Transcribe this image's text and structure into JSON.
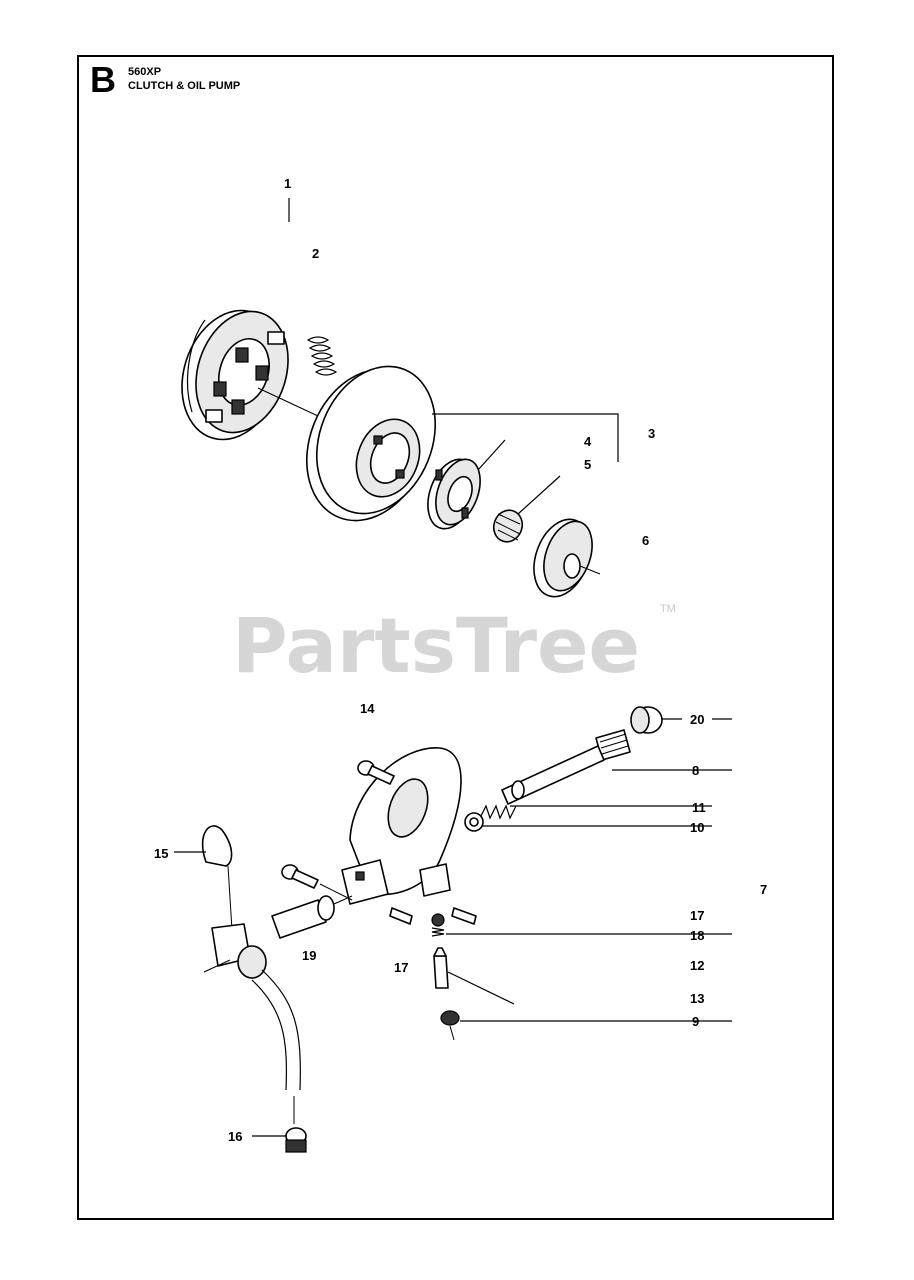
{
  "header": {
    "section_letter": "B",
    "model": "560XP",
    "title": "CLUTCH & OIL PUMP"
  },
  "watermark": {
    "brand": "PartsTree",
    "trademark": "TM"
  },
  "callouts": {
    "c1": "1",
    "c2": "2",
    "c3": "3",
    "c4": "4",
    "c5": "5",
    "c6": "6",
    "c7": "7",
    "c8": "8",
    "c9": "9",
    "c10": "10",
    "c11": "11",
    "c12": "12",
    "c13": "13",
    "c14": "14",
    "c15": "15",
    "c16": "16",
    "c17a": "17",
    "c17b": "17",
    "c18": "18",
    "c19": "19",
    "c20": "20"
  },
  "colors": {
    "line": "#000000",
    "watermark": "#d6d6d6",
    "background": "#ffffff"
  }
}
